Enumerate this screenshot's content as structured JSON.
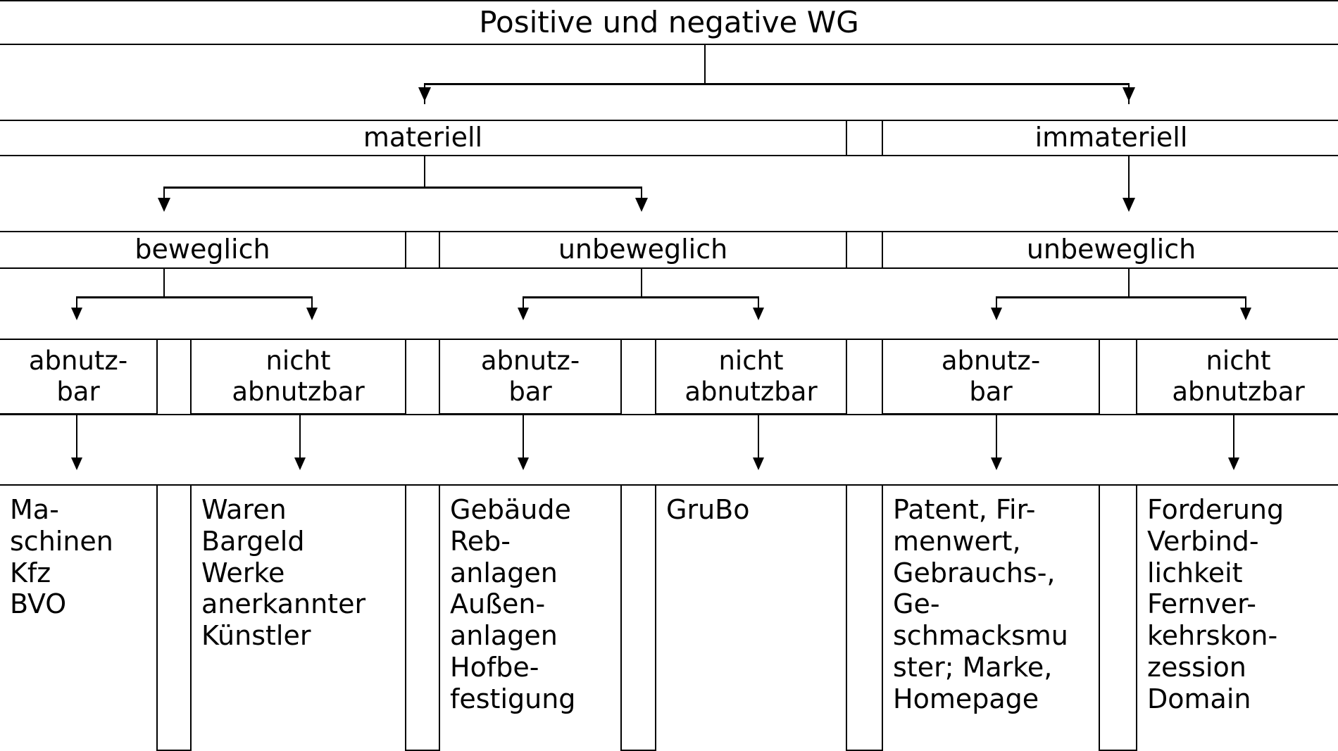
{
  "diagram": {
    "title": "Positive und negative WG",
    "levels": {
      "level2": [
        {
          "label": "materiell"
        },
        {
          "label": "immateriell"
        }
      ],
      "level3": [
        {
          "label": "beweglich"
        },
        {
          "label": "unbeweglich"
        },
        {
          "label": "unbeweglich"
        }
      ],
      "level4": [
        {
          "label": "abnutz-\nbar"
        },
        {
          "label": "nicht\nabnutzbar"
        },
        {
          "label": "abnutz-\nbar"
        },
        {
          "label": "nicht\nabnutzbar"
        },
        {
          "label": "abnutz-\nbar"
        },
        {
          "label": "nicht\nabnutzbar"
        }
      ],
      "level5": [
        {
          "label": "Ma-\nschinen\nKfz\nBVO"
        },
        {
          "label": "Waren\nBargeld\nWerke\nanerkannter\nKünstler"
        },
        {
          "label": "Gebäude\nReb-\nanlagen\nAußen-\nanlagen\nHofbe-\nfestigung"
        },
        {
          "label": "GruBo"
        },
        {
          "label": "Patent, Fir-\nmenwert,\nGebrauchs-,\nGe-\nschmacksmu\nster; Marke,\nHomepage"
        },
        {
          "label": "Forderung\nVerbind-\nlichkeit\nFernver-\nkehrskon-\nzession\nDomain"
        }
      ]
    },
    "colors": {
      "line": "#000000",
      "background": "#ffffff"
    }
  }
}
